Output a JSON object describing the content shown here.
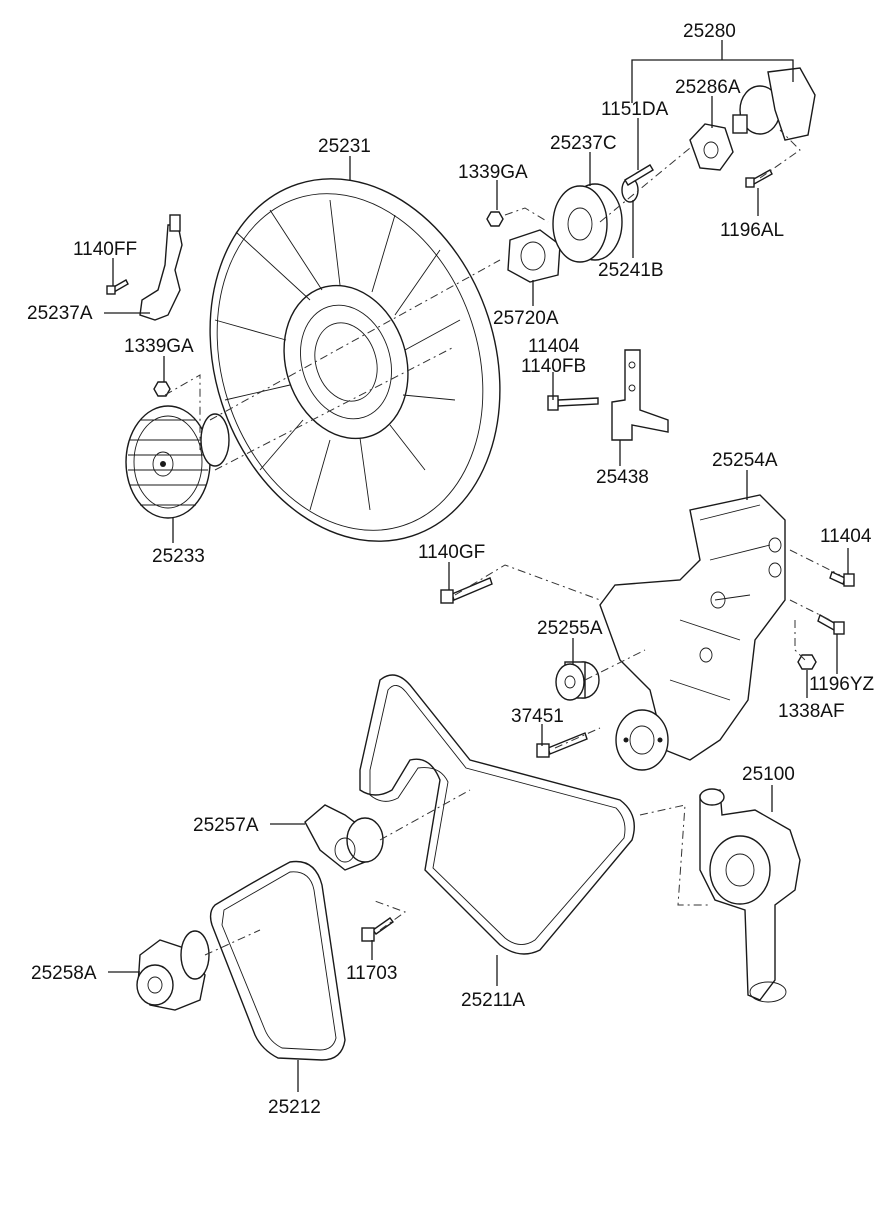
{
  "labels": {
    "p25280": "25280",
    "p25286A": "25286A",
    "p1151DA": "1151DA",
    "p25237C": "25237C",
    "p1339GA_top": "1339GA",
    "p1196AL": "1196AL",
    "p25231": "25231",
    "p1140FF": "1140FF",
    "p25237A": "25237A",
    "p25241B": "25241B",
    "p25720A": "25720A",
    "p1339GA_left": "1339GA",
    "p11404_top": "11404",
    "p1140FB": "1140FB",
    "p25438": "25438",
    "p25233": "25233",
    "p25254A": "25254A",
    "p11404_right": "11404",
    "p1140GF": "1140GF",
    "p25255A": "25255A",
    "p1196YZ": "1196YZ",
    "p1338AF": "1338AF",
    "p37451": "37451",
    "p25100": "25100",
    "p25257A": "25257A",
    "p25258A": "25258A",
    "p11703": "11703",
    "p25211A": "25211A",
    "p25212": "25212"
  },
  "icons": {
    "fan": "cooling-fan-icon",
    "clutch": "fan-clutch-icon",
    "pump": "water-pump-icon",
    "belt": "drive-belt-icon"
  }
}
